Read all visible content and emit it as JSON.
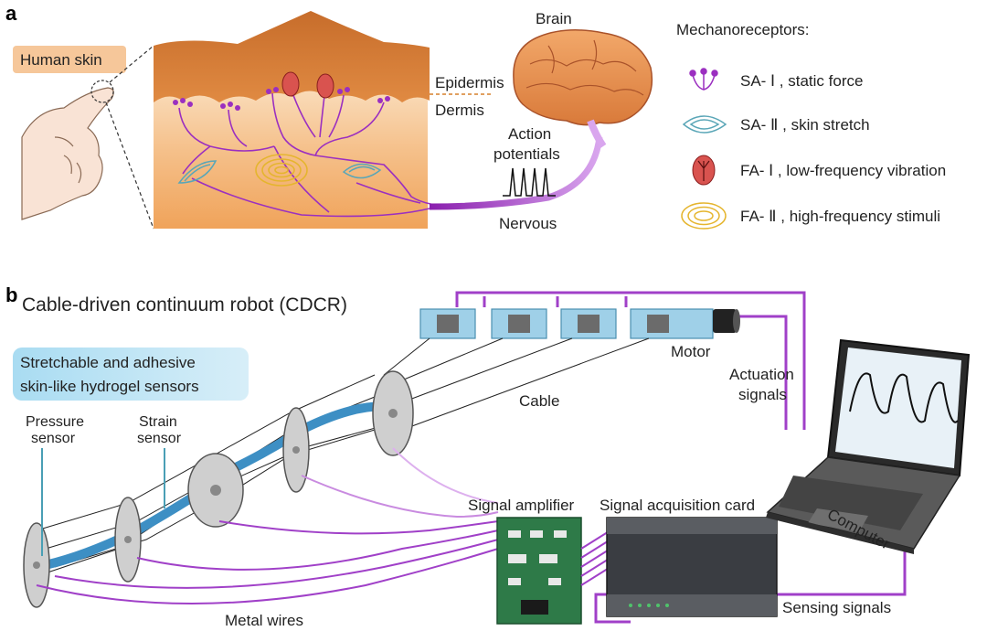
{
  "panel_a": {
    "letter": "a",
    "human_skin": "Human skin",
    "brain": "Brain",
    "epidermis": "Epidermis",
    "dermis": "Dermis",
    "action_line1": "Action",
    "action_line2": "potentials",
    "nervous": "Nervous",
    "legend_title": "Mechanoreceptors:",
    "legend": [
      {
        "label": "SA- Ⅰ , static force"
      },
      {
        "label": "SA- Ⅱ , skin stretch"
      },
      {
        "label": "FA- Ⅰ , low-frequency vibration"
      },
      {
        "label": "FA- Ⅱ , high-frequency stimuli"
      }
    ]
  },
  "panel_b": {
    "letter": "b",
    "title": "Cable-driven continuum robot (CDCR)",
    "sensors_line1": "Stretchable and adhesive",
    "sensors_line2": "skin-like hydrogel sensors",
    "pressure_line1": "Pressure",
    "pressure_line2": "sensor",
    "strain_line1": "Strain",
    "strain_line2": "sensor",
    "cable": "Cable",
    "motor": "Motor",
    "actuation_line1": "Actuation",
    "actuation_line2": "signals",
    "computer": "Computer",
    "signal_amplifier": "Signal amplifier",
    "acquisition_card": "Signal acquisition card",
    "sensing_signals": "Sensing signals",
    "metal_wires": "Metal wires"
  },
  "colors": {
    "purple": "#9b2fc0",
    "skin_top": "#d97c3a",
    "skin_mid": "#f2b36b",
    "sensor_blue": "#3d8fc4",
    "label_bg": "#f6c79a",
    "sensor_box": "#bfe3f3"
  }
}
